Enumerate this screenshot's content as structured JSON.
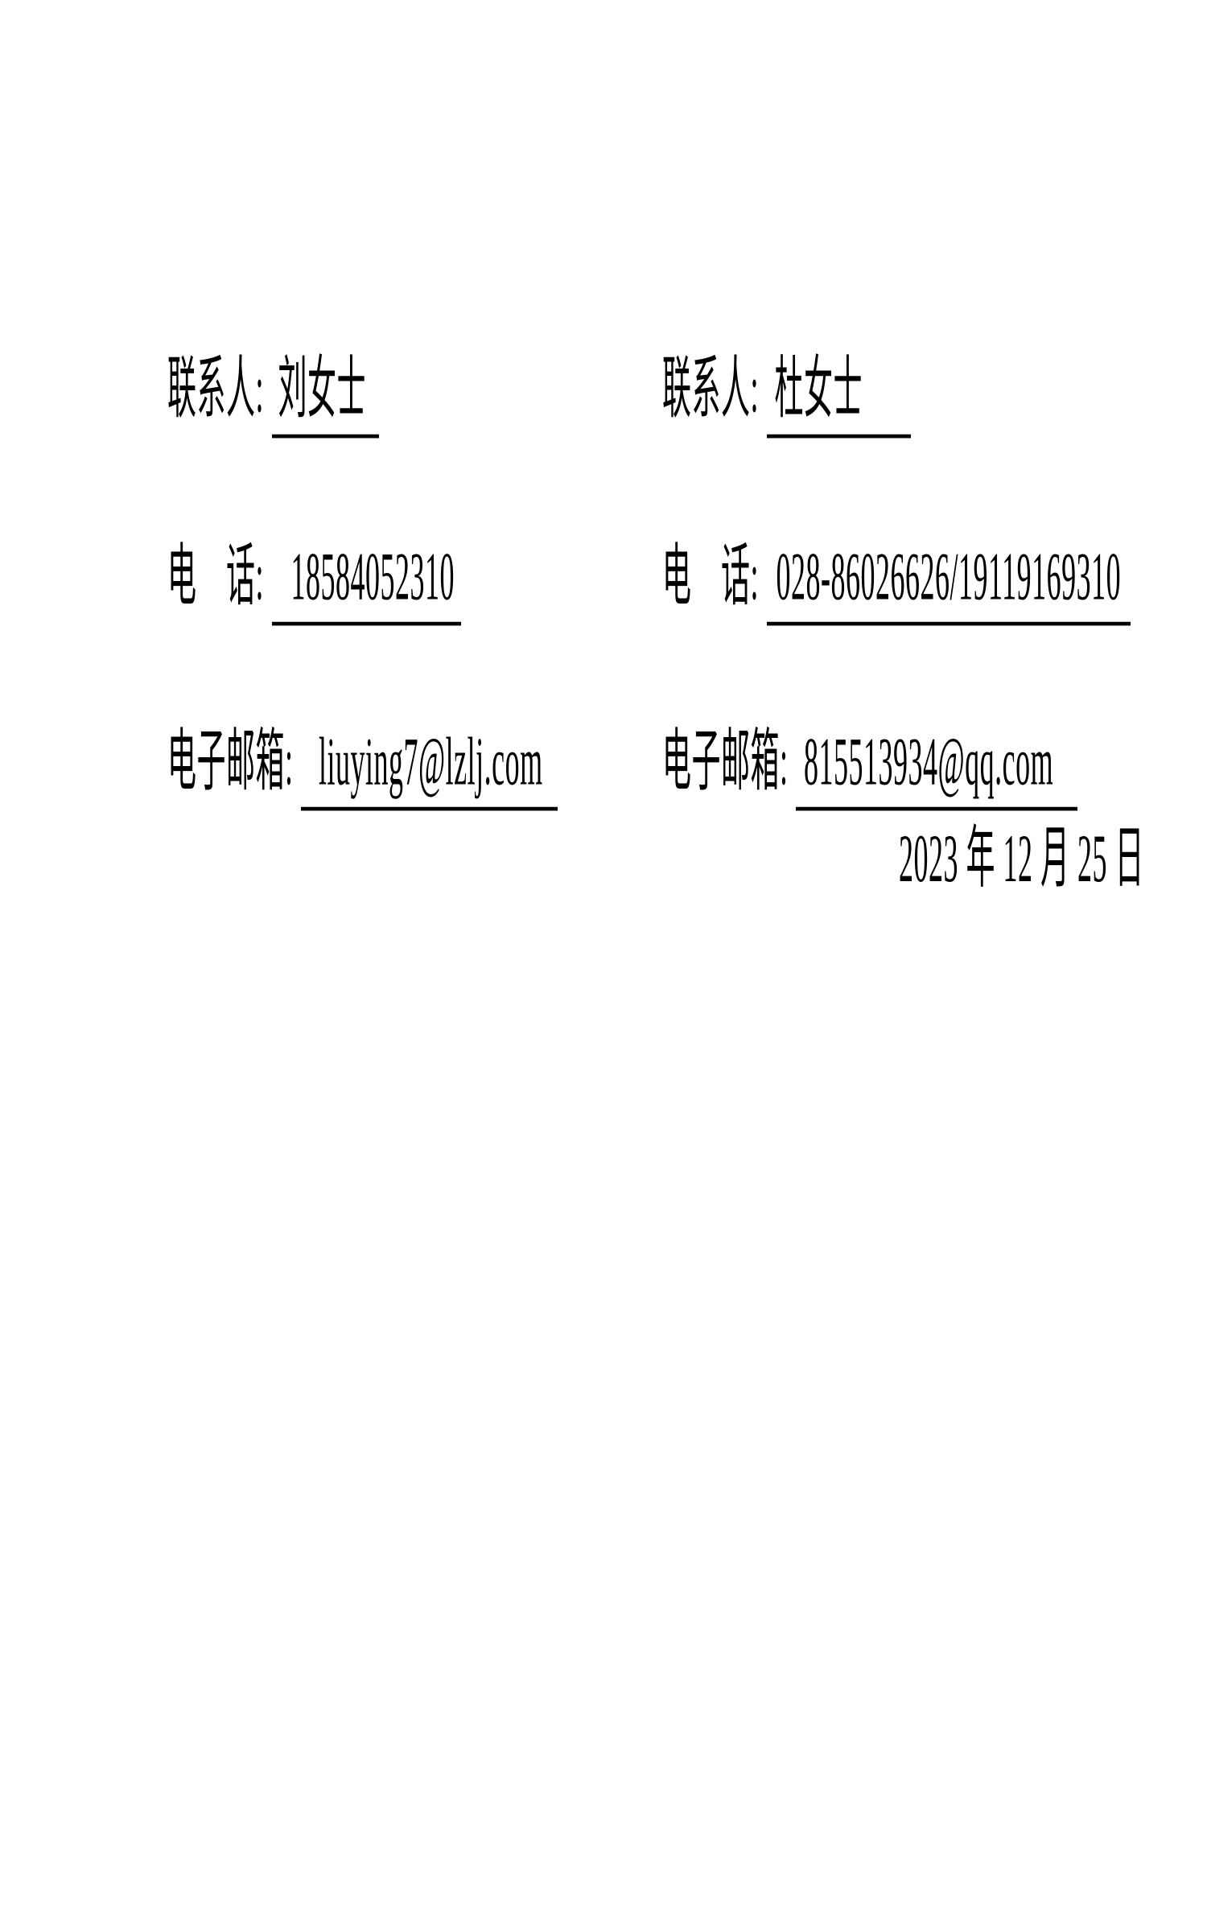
{
  "page": {
    "background": "#ffffff",
    "text_color": "#000000",
    "underline_color": "#000000"
  },
  "contacts": {
    "left": {
      "name": {
        "label": "联系人:",
        "value": "刘女士"
      },
      "phone": {
        "label": "电　话:",
        "value": "18584052310"
      },
      "email": {
        "label": "电子邮箱:",
        "value": "liuying7@lzlj.com"
      }
    },
    "right": {
      "name": {
        "label": "联系人:",
        "value": "杜女士"
      },
      "phone": {
        "label": "电　话:",
        "value": "028-86026626/19119169310"
      },
      "email": {
        "label": "电子邮箱:",
        "value": "815513934@qq.com"
      }
    }
  },
  "date": "2023 年 12 月 25 日"
}
